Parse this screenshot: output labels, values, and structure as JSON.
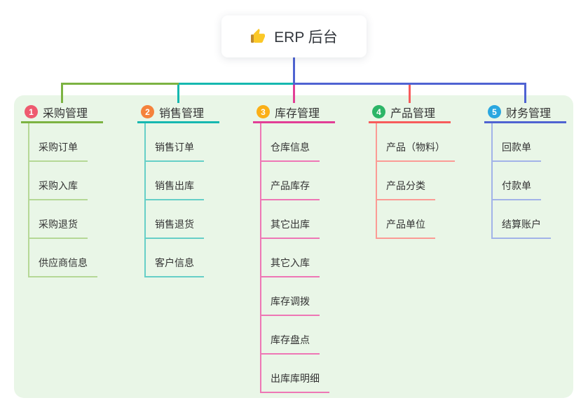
{
  "root": {
    "label": "ERP 后台",
    "icon": "thumbs-up-icon"
  },
  "branches": [
    {
      "badge": "1",
      "label": "采购管理",
      "badge_color": "#ee5a6f",
      "line_color": "#7cb342",
      "child_line_color": "#b5d896",
      "children": [
        "采购订单",
        "采购入库",
        "采购退货",
        "供应商信息"
      ]
    },
    {
      "badge": "2",
      "label": "销售管理",
      "badge_color": "#f5823c",
      "line_color": "#16b8b0",
      "child_line_color": "#66cfc7",
      "children": [
        "销售订单",
        "销售出库",
        "销售退货",
        "客户信息"
      ]
    },
    {
      "badge": "3",
      "label": "库存管理",
      "badge_color": "#fbaf17",
      "line_color": "#e23e96",
      "child_line_color": "#ee77b5",
      "children": [
        "仓库信息",
        "产品库存",
        "其它出库",
        "其它入库",
        "库存调拨",
        "库存盘点",
        "出库库明细"
      ]
    },
    {
      "badge": "4",
      "label": "产品管理",
      "badge_color": "#2cb567",
      "line_color": "#f75c5c",
      "child_line_color": "#fb9b95",
      "children": [
        "产品（物料）",
        "产品分类",
        "产品单位"
      ]
    },
    {
      "badge": "5",
      "label": "财务管理",
      "badge_color": "#2aa7e0",
      "line_color": "#4f63d2",
      "child_line_color": "#a2b3e8",
      "children": [
        "回款单",
        "付款单",
        "结算账户"
      ]
    }
  ],
  "colors": {
    "canvas_bg": "#ffffff",
    "panel_bg": "#e9f6e7",
    "root_line": "#4f63d2",
    "text": "#333333"
  }
}
